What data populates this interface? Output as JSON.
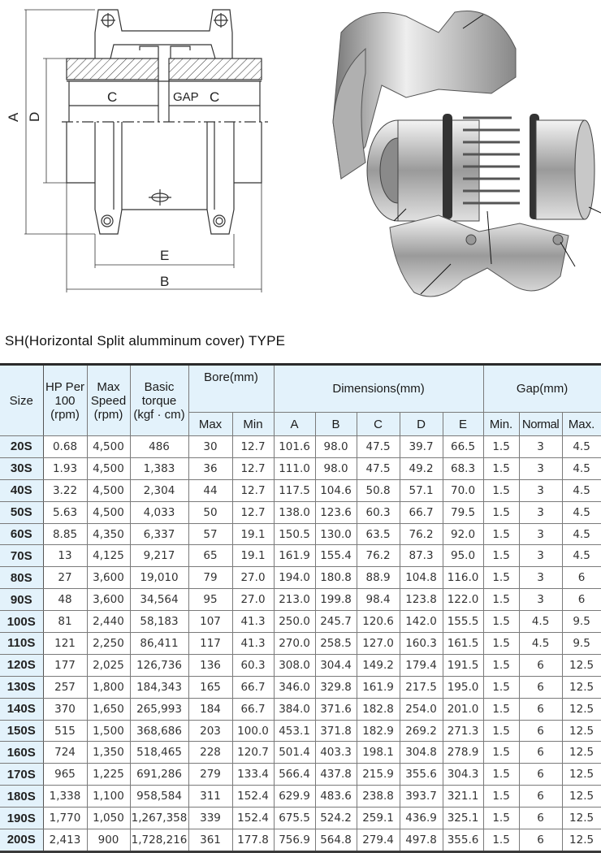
{
  "drawing": {
    "labels": {
      "A": "A",
      "D": "D",
      "C_left": "C",
      "gap": "GAP",
      "C_right": "C",
      "E": "E",
      "B": "B"
    }
  },
  "photo": {
    "alt": "Grid coupling cutaway illustration"
  },
  "title": "SH(Horizontal  Split  alumminum  cover)  TYPE",
  "table": {
    "headers": {
      "size": "Size",
      "hp_line1": "HP Per",
      "hp_line2": "100",
      "hp_line3": "(rpm)",
      "speed_line1": "Max",
      "speed_line2": "Speed",
      "speed_line3": "(rpm)",
      "torque_line1": "Basic",
      "torque_line2": "torque",
      "torque_line3": "(kgf · cm)",
      "bore": "Bore(mm)",
      "bore_max": "Max",
      "bore_min": "Min",
      "dimensions": "Dimensions(mm)",
      "dim_a": "A",
      "dim_b": "B",
      "dim_c": "C",
      "dim_d": "D",
      "dim_e": "E",
      "gap": "Gap(mm)",
      "gap_min": "Min.",
      "gap_normal": "Normal",
      "gap_max": "Max."
    },
    "rows": [
      {
        "size": "20S",
        "hp": "0.68",
        "speed": "4,500",
        "torque": "486",
        "bore_max": "30",
        "bore_min": "12.7",
        "a": "101.6",
        "b": "98.0",
        "c": "47.5",
        "d": "39.7",
        "e": "66.5",
        "gap_min": "1.5",
        "gap_normal": "3",
        "gap_max": "4.5"
      },
      {
        "size": "30S",
        "hp": "1.93",
        "speed": "4,500",
        "torque": "1,383",
        "bore_max": "36",
        "bore_min": "12.7",
        "a": "111.0",
        "b": "98.0",
        "c": "47.5",
        "d": "49.2",
        "e": "68.3",
        "gap_min": "1.5",
        "gap_normal": "3",
        "gap_max": "4.5"
      },
      {
        "size": "40S",
        "hp": "3.22",
        "speed": "4,500",
        "torque": "2,304",
        "bore_max": "44",
        "bore_min": "12.7",
        "a": "117.5",
        "b": "104.6",
        "c": "50.8",
        "d": "57.1",
        "e": "70.0",
        "gap_min": "1.5",
        "gap_normal": "3",
        "gap_max": "4.5"
      },
      {
        "size": "50S",
        "hp": "5.63",
        "speed": "4,500",
        "torque": "4,033",
        "bore_max": "50",
        "bore_min": "12.7",
        "a": "138.0",
        "b": "123.6",
        "c": "60.3",
        "d": "66.7",
        "e": "79.5",
        "gap_min": "1.5",
        "gap_normal": "3",
        "gap_max": "4.5"
      },
      {
        "size": "60S",
        "hp": "8.85",
        "speed": "4,350",
        "torque": "6,337",
        "bore_max": "57",
        "bore_min": "19.1",
        "a": "150.5",
        "b": "130.0",
        "c": "63.5",
        "d": "76.2",
        "e": "92.0",
        "gap_min": "1.5",
        "gap_normal": "3",
        "gap_max": "4.5"
      },
      {
        "size": "70S",
        "hp": "13",
        "speed": "4,125",
        "torque": "9,217",
        "bore_max": "65",
        "bore_min": "19.1",
        "a": "161.9",
        "b": "155.4",
        "c": "76.2",
        "d": "87.3",
        "e": "95.0",
        "gap_min": "1.5",
        "gap_normal": "3",
        "gap_max": "4.5"
      },
      {
        "size": "80S",
        "hp": "27",
        "speed": "3,600",
        "torque": "19,010",
        "bore_max": "79",
        "bore_min": "27.0",
        "a": "194.0",
        "b": "180.8",
        "c": "88.9",
        "d": "104.8",
        "e": "116.0",
        "gap_min": "1.5",
        "gap_normal": "3",
        "gap_max": "6"
      },
      {
        "size": "90S",
        "hp": "48",
        "speed": "3,600",
        "torque": "34,564",
        "bore_max": "95",
        "bore_min": "27.0",
        "a": "213.0",
        "b": "199.8",
        "c": "98.4",
        "d": "123.8",
        "e": "122.0",
        "gap_min": "1.5",
        "gap_normal": "3",
        "gap_max": "6"
      },
      {
        "size": "100S",
        "hp": "81",
        "speed": "2,440",
        "torque": "58,183",
        "bore_max": "107",
        "bore_min": "41.3",
        "a": "250.0",
        "b": "245.7",
        "c": "120.6",
        "d": "142.0",
        "e": "155.5",
        "gap_min": "1.5",
        "gap_normal": "4.5",
        "gap_max": "9.5"
      },
      {
        "size": "110S",
        "hp": "121",
        "speed": "2,250",
        "torque": "86,411",
        "bore_max": "117",
        "bore_min": "41.3",
        "a": "270.0",
        "b": "258.5",
        "c": "127.0",
        "d": "160.3",
        "e": "161.5",
        "gap_min": "1.5",
        "gap_normal": "4.5",
        "gap_max": "9.5"
      },
      {
        "size": "120S",
        "hp": "177",
        "speed": "2,025",
        "torque": "126,736",
        "bore_max": "136",
        "bore_min": "60.3",
        "a": "308.0",
        "b": "304.4",
        "c": "149.2",
        "d": "179.4",
        "e": "191.5",
        "gap_min": "1.5",
        "gap_normal": "6",
        "gap_max": "12.5"
      },
      {
        "size": "130S",
        "hp": "257",
        "speed": "1,800",
        "torque": "184,343",
        "bore_max": "165",
        "bore_min": "66.7",
        "a": "346.0",
        "b": "329.8",
        "c": "161.9",
        "d": "217.5",
        "e": "195.0",
        "gap_min": "1.5",
        "gap_normal": "6",
        "gap_max": "12.5"
      },
      {
        "size": "140S",
        "hp": "370",
        "speed": "1,650",
        "torque": "265,993",
        "bore_max": "184",
        "bore_min": "66.7",
        "a": "384.0",
        "b": "371.6",
        "c": "182.8",
        "d": "254.0",
        "e": "201.0",
        "gap_min": "1.5",
        "gap_normal": "6",
        "gap_max": "12.5"
      },
      {
        "size": "150S",
        "hp": "515",
        "speed": "1,500",
        "torque": "368,686",
        "bore_max": "203",
        "bore_min": "100.0",
        "a": "453.1",
        "b": "371.8",
        "c": "182.9",
        "d": "269.2",
        "e": "271.3",
        "gap_min": "1.5",
        "gap_normal": "6",
        "gap_max": "12.5"
      },
      {
        "size": "160S",
        "hp": "724",
        "speed": "1,350",
        "torque": "518,465",
        "bore_max": "228",
        "bore_min": "120.7",
        "a": "501.4",
        "b": "403.3",
        "c": "198.1",
        "d": "304.8",
        "e": "278.9",
        "gap_min": "1.5",
        "gap_normal": "6",
        "gap_max": "12.5"
      },
      {
        "size": "170S",
        "hp": "965",
        "speed": "1,225",
        "torque": "691,286",
        "bore_max": "279",
        "bore_min": "133.4",
        "a": "566.4",
        "b": "437.8",
        "c": "215.9",
        "d": "355.6",
        "e": "304.3",
        "gap_min": "1.5",
        "gap_normal": "6",
        "gap_max": "12.5"
      },
      {
        "size": "180S",
        "hp": "1,338",
        "speed": "1,100",
        "torque": "958,584",
        "bore_max": "311",
        "bore_min": "152.4",
        "a": "629.9",
        "b": "483.6",
        "c": "238.8",
        "d": "393.7",
        "e": "321.1",
        "gap_min": "1.5",
        "gap_normal": "6",
        "gap_max": "12.5"
      },
      {
        "size": "190S",
        "hp": "1,770",
        "speed": "1,050",
        "torque": "1,267,358",
        "bore_max": "339",
        "bore_min": "152.4",
        "a": "675.5",
        "b": "524.2",
        "c": "259.1",
        "d": "436.9",
        "e": "325.1",
        "gap_min": "1.5",
        "gap_normal": "6",
        "gap_max": "12.5"
      },
      {
        "size": "200S",
        "hp": "2,413",
        "speed": "900",
        "torque": "1,728,216",
        "bore_max": "361",
        "bore_min": "177.8",
        "a": "756.9",
        "b": "564.8",
        "c": "279.4",
        "d": "497.8",
        "e": "355.6",
        "gap_min": "1.5",
        "gap_normal": "6",
        "gap_max": "12.5"
      }
    ]
  }
}
